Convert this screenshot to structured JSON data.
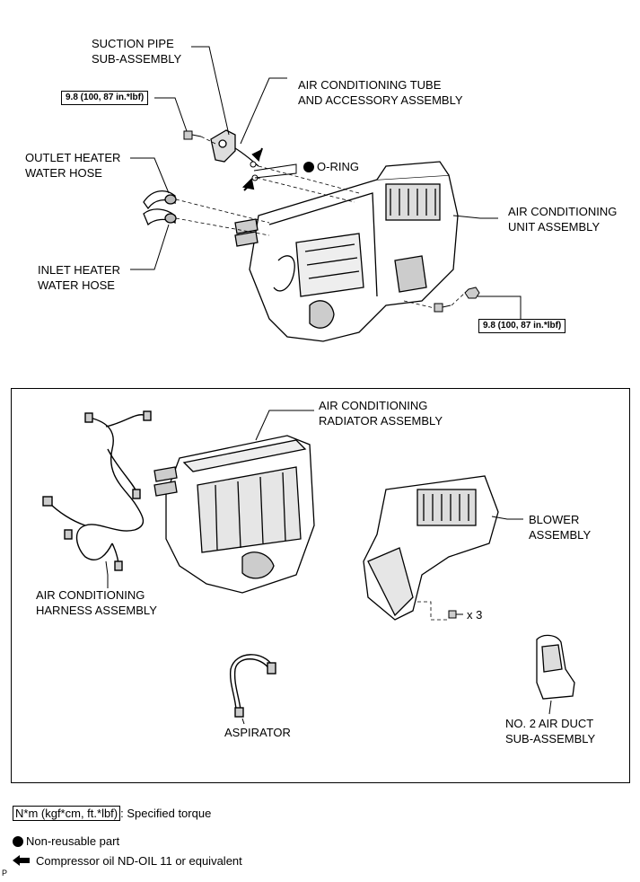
{
  "top": {
    "suction_pipe": [
      "SUCTION PIPE",
      "SUB-ASSEMBLY"
    ],
    "ac_tube": [
      "AIR CONDITIONING TUBE",
      "AND ACCESSORY ASSEMBLY"
    ],
    "torque_top": "9.8 (100, 87 in.*lbf)",
    "o_ring": "O-RING",
    "outlet_hose": [
      "OUTLET HEATER",
      "WATER HOSE"
    ],
    "ac_unit": [
      "AIR CONDITIONING",
      "UNIT ASSEMBLY"
    ],
    "inlet_hose": [
      "INLET HEATER",
      "WATER HOSE"
    ],
    "torque_bottom": "9.8 (100, 87 in.*lbf)"
  },
  "bottom": {
    "radiator": [
      "AIR CONDITIONING",
      "RADIATOR ASSEMBLY"
    ],
    "harness": [
      "AIR CONDITIONING",
      "HARNESS ASSEMBLY"
    ],
    "blower": [
      "BLOWER",
      "ASSEMBLY"
    ],
    "screw_count": "x 3",
    "aspirator": "ASPIRATOR",
    "duct": [
      "NO. 2 AIR DUCT",
      "SUB-ASSEMBLY"
    ]
  },
  "legend": {
    "torque_unit": "N*m (kgf*cm, ft.*lbf)",
    "torque_text": ": Specified torque",
    "non_reusable": "Non-reusable part",
    "compressor_oil": "Compressor oil ND-OIL 11 or equivalent"
  },
  "corner_mark": "P"
}
